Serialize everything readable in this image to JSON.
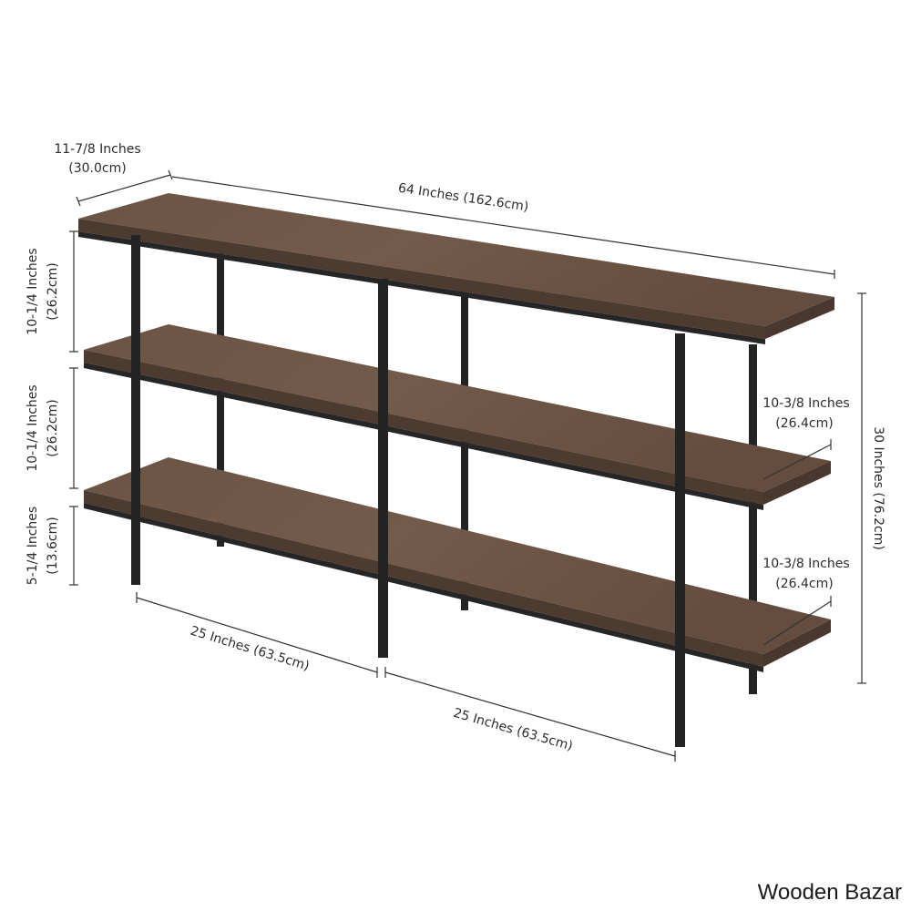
{
  "dimensions": {
    "depth": {
      "inches": "11-7/8 Inches",
      "cm": "(30.0cm)"
    },
    "width": "64 Inches (162.6cm)",
    "height": "30 Inches (76.2cm)",
    "top_gap": {
      "inches": "10-1/4 Inches",
      "cm": "(26.2cm)"
    },
    "middle_gap": {
      "inches": "10-1/4 Inches",
      "cm": "(26.2cm)"
    },
    "bottom_clearance": {
      "inches": "5-1/4 Inches",
      "cm": "(13.6cm)"
    },
    "middle_shelf_depth": {
      "inches": "10-3/8 Inches",
      "cm": "(26.4cm)"
    },
    "bottom_shelf_depth": {
      "inches": "10-3/8 Inches",
      "cm": "(26.4cm)"
    },
    "left_span": "25 Inches (63.5cm)",
    "right_span": "25 Inches (63.5cm)"
  },
  "watermark": "Wooden Bazar",
  "colors": {
    "wood": "#6a5243",
    "wood_edge": "#4e3b30",
    "metal": "#232323"
  }
}
